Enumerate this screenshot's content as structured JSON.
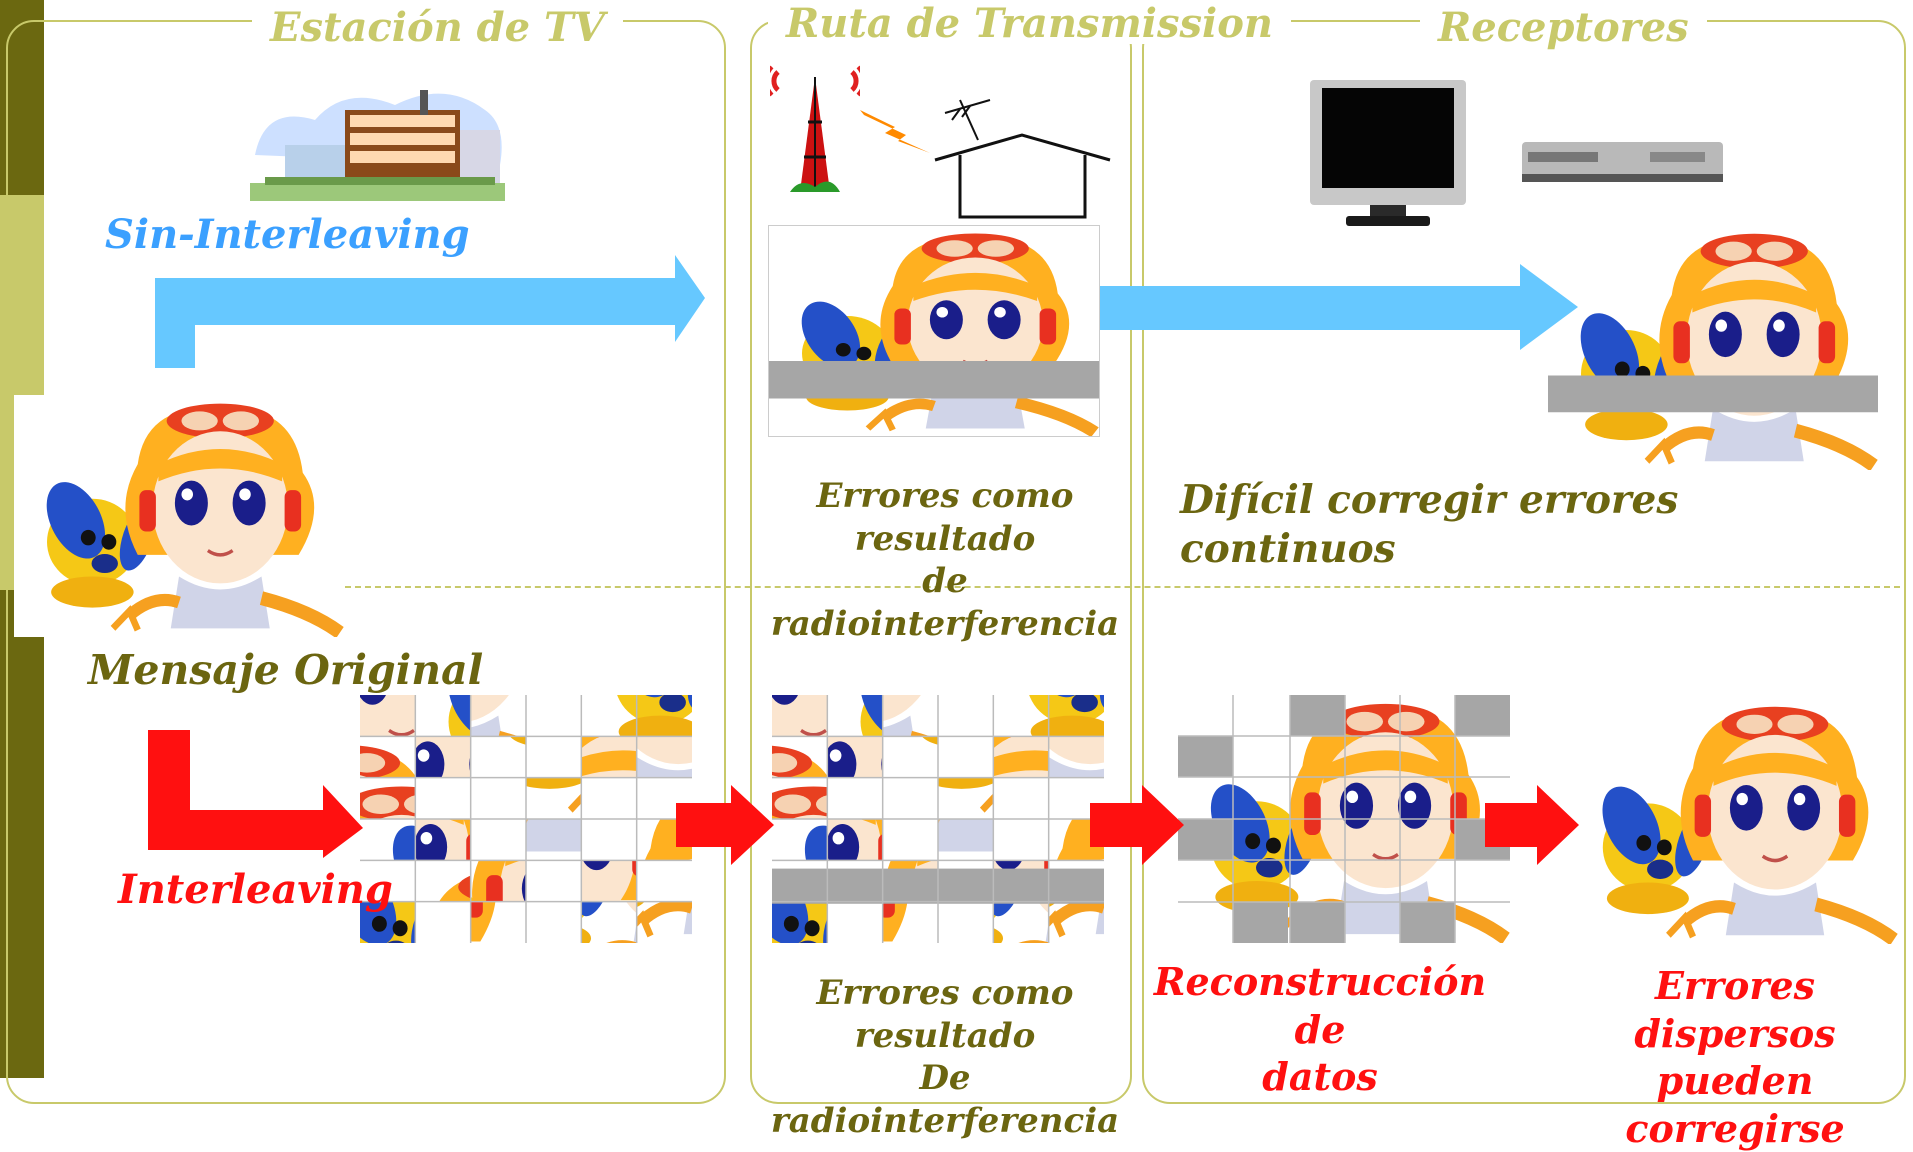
{
  "sections": {
    "station": "Estación de TV",
    "route": "Ruta de Transmission",
    "receivers": "Receptores"
  },
  "labels": {
    "no_interleaving": "Sin-Interleaving",
    "interleaving": "Interleaving",
    "original": "Mensaje Original",
    "errors_top_1": "Errores como resultado",
    "errors_top_2": "de radiointerferencia",
    "difficult": "Difícil corregir errores continuos",
    "errors_bottom_1": "Errores como resultado",
    "errors_bottom_2": "De radiointerferencia",
    "reconstruction_1": "Reconstrucción de",
    "reconstruction_2": "datos",
    "dispersed_1": "Errores dispersos",
    "dispersed_2": "pueden corregirse"
  },
  "icons": [
    "tv-station-building-icon",
    "broadcast-tower-icon",
    "lightning-icon",
    "house-antenna-icon",
    "television-icon",
    "dvd-recorder-icon"
  ],
  "colors": {
    "frame": "#c8c96a",
    "olive_text": "#6b6510",
    "blue": "#66c8ff",
    "red": "#ff1010",
    "error_gray": "#a6a6a6"
  }
}
